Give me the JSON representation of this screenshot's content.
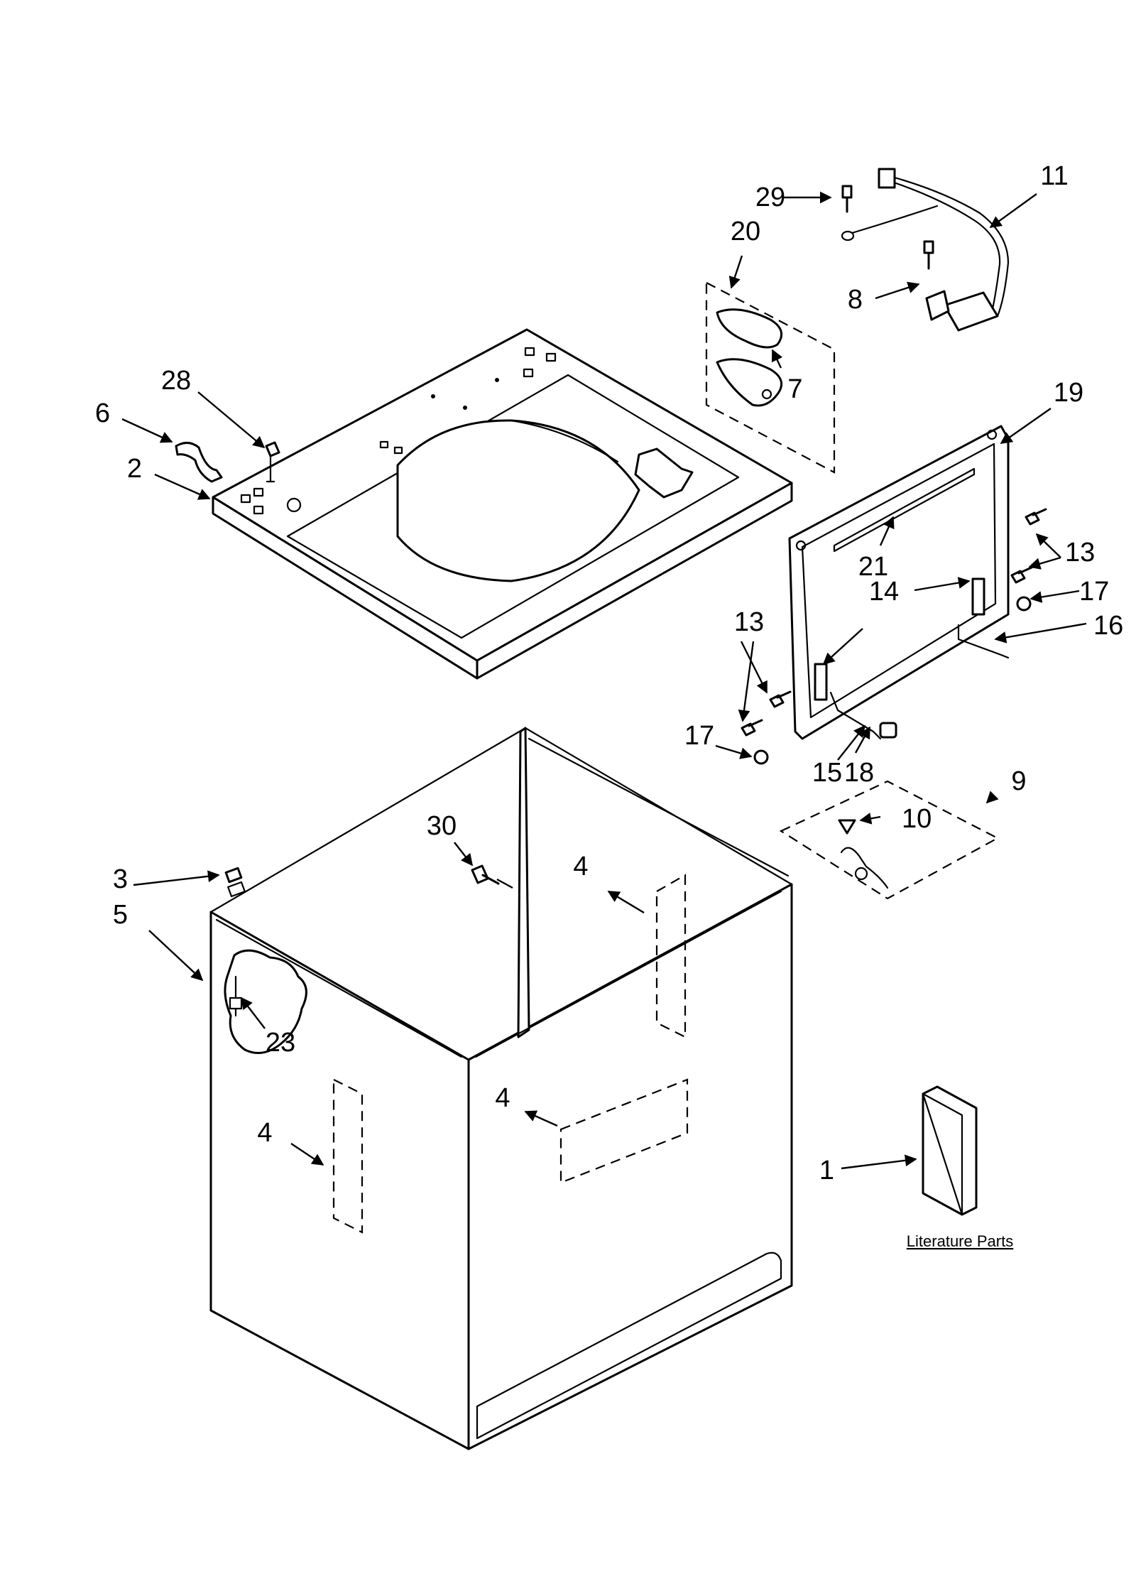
{
  "callouts": {
    "c1": "1",
    "c2": "2",
    "c3": "3",
    "c4a": "4",
    "c4b": "4",
    "c4c": "4",
    "c5": "5",
    "c6": "6",
    "c7": "7",
    "c8": "8",
    "c9": "9",
    "c10": "10",
    "c11": "11",
    "c13a": "13",
    "c13b": "13",
    "c14a": "14",
    "c14b": "14",
    "c15": "15",
    "c16": "16",
    "c17a": "17",
    "c17b": "17",
    "c18": "18",
    "c19": "19",
    "c20": "20",
    "c21": "21",
    "c23": "23",
    "c28": "28",
    "c29": "29",
    "c30": "30"
  },
  "literature_label": "Literature Parts"
}
